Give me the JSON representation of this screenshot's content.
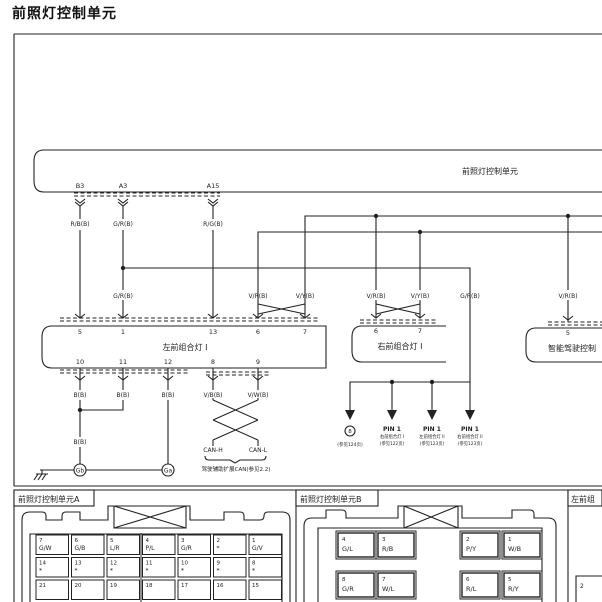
{
  "page": {
    "title": "前照灯控制单元"
  },
  "headlamp_unit": {
    "label": "前照灯控制单元",
    "pins": [
      "B3",
      "A3",
      "A15"
    ],
    "wires": [
      "R/B(B)",
      "G/R(B)",
      "R/G(B)"
    ]
  },
  "left_combo_lamp": {
    "label": "左前组合灯 I",
    "top_pins": [
      "5",
      "1",
      "13",
      "6",
      "7"
    ],
    "bottom_pins": [
      "10",
      "11",
      "12",
      "8",
      "9"
    ],
    "top_wires": [
      "G/R(B)",
      "V/R(B)",
      "V/Y(B)"
    ]
  },
  "right_combo_lamp": {
    "label": "右前组合灯 I",
    "top_pins": [
      "6",
      "7"
    ],
    "top_wires": [
      "V/R(B)",
      "V/Y(B)",
      "G/R(B)"
    ]
  },
  "smart_drive_unit": {
    "label": "智能驾驶控制",
    "top_pins": [
      "5"
    ],
    "top_wires": [
      "V/R(B)"
    ]
  },
  "bottom_wires": {
    "left": [
      "B(B)",
      "B(B)",
      "B(B)",
      "V/B(B)",
      "V/W(B)"
    ],
    "lower_ground": "B(B)",
    "can_h": "CAN-H",
    "can_l": "CAN-L",
    "can_note": "驾驶辅助扩展CAN(参见2.2)"
  },
  "grounds": [
    "Gb",
    "Ga"
  ],
  "references": [
    {
      "tag": "8",
      "text": "(参见124页)"
    },
    {
      "tag": "PIN 1",
      "line1": "右前组合灯 I",
      "line2": "(参见122页)"
    },
    {
      "tag": "PIN 1",
      "line1": "左前组合灯 II",
      "line2": "(参见123页)"
    },
    {
      "tag": "PIN 1",
      "line1": "右前组合灯 II",
      "line2": "(参见123页)"
    }
  ],
  "connectors": {
    "a": {
      "title": "前照灯控制单元A",
      "rows": [
        [
          [
            "7",
            "G/W"
          ],
          [
            "6",
            "G/B"
          ],
          [
            "5",
            "L/R"
          ],
          [
            "4",
            "P/L"
          ],
          [
            "3",
            "G/R"
          ],
          [
            "2",
            "*"
          ],
          [
            "1",
            "G/V"
          ]
        ],
        [
          [
            "14",
            "*"
          ],
          [
            "13",
            "*"
          ],
          [
            "12",
            "*"
          ],
          [
            "11",
            "*"
          ],
          [
            "10",
            "*"
          ],
          [
            "9",
            "*"
          ],
          [
            "8",
            "*"
          ]
        ],
        [
          [
            "21",
            ""
          ],
          [
            "20",
            ""
          ],
          [
            "19",
            ""
          ],
          [
            "18",
            ""
          ],
          [
            "17",
            ""
          ],
          [
            "16",
            ""
          ],
          [
            "15",
            ""
          ]
        ]
      ]
    },
    "b": {
      "title": "前照灯控制单元B",
      "rows": [
        [
          [
            "4",
            "G/L"
          ],
          [
            "3",
            "R/B"
          ],
          [
            "2",
            "P/Y"
          ],
          [
            "1",
            "W/B"
          ]
        ],
        [
          [
            "8",
            "G/R"
          ],
          [
            "7",
            "W/L"
          ],
          [
            "6",
            "R/L"
          ],
          [
            "5",
            "R/Y"
          ]
        ]
      ]
    },
    "c": {
      "title": "左前组"
    }
  }
}
